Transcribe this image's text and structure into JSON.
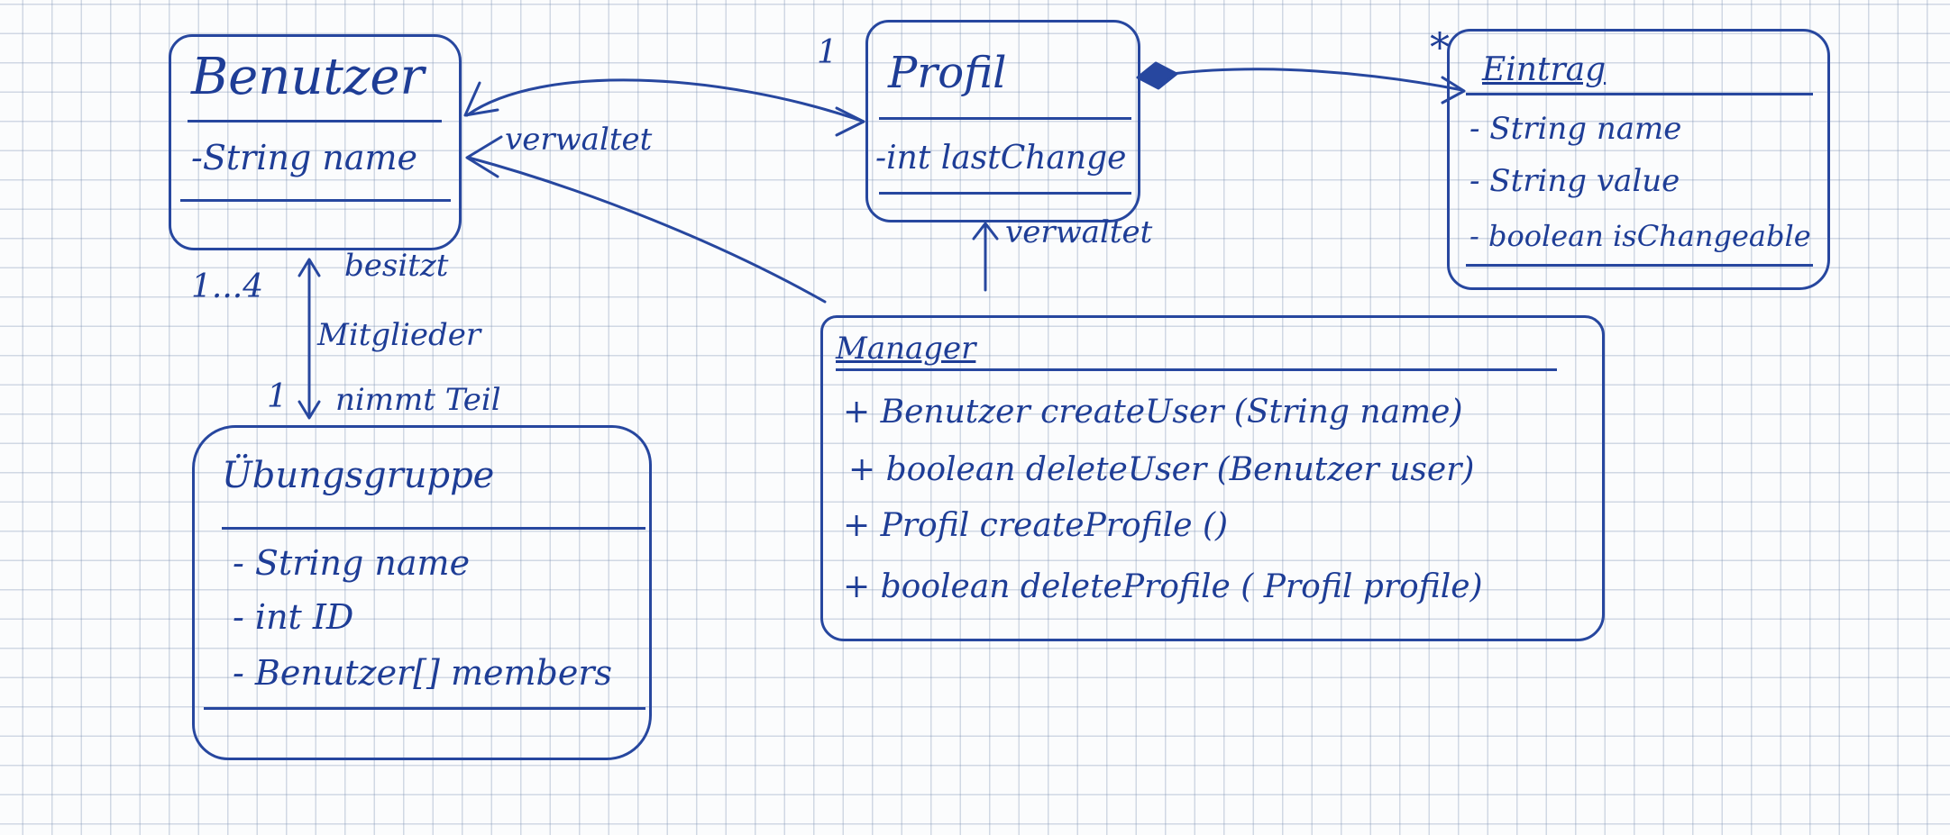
{
  "classes": {
    "benutzer": {
      "name": "Benutzer",
      "attributes": [
        "-String name"
      ]
    },
    "profil": {
      "name": "Profil",
      "attributes": [
        "-int lastChange"
      ]
    },
    "eintrag": {
      "name": "Eintrag",
      "attributes": [
        "- String name",
        "- String value",
        "- boolean isChangeable"
      ]
    },
    "manager": {
      "name": "Manager",
      "methods": [
        "+ Benutzer  createUser (String name)",
        "+ boolean deleteUser (Benutzer user)",
        "+ Profil  createProfile ()",
        "+ boolean deleteProfile ( Profil  profile)"
      ]
    },
    "uebungsgruppe": {
      "name": "Übungsgruppe",
      "attributes": [
        "- String name",
        "- int ID",
        "- Benutzer[] members"
      ]
    }
  },
  "associations": {
    "manager_benutzer": "verwaltet",
    "manager_profil": "verwaltet",
    "benutzer_gruppe": {
      "label1": "besitzt",
      "label2": "Mitglieder",
      "label3": "nimmt Teil",
      "mult_benutzer": "1...4",
      "mult_gruppe": "1"
    },
    "benutzer_profil": {
      "mult_profil": "1"
    },
    "profil_eintrag": {
      "mult_eintrag": "*"
    }
  }
}
